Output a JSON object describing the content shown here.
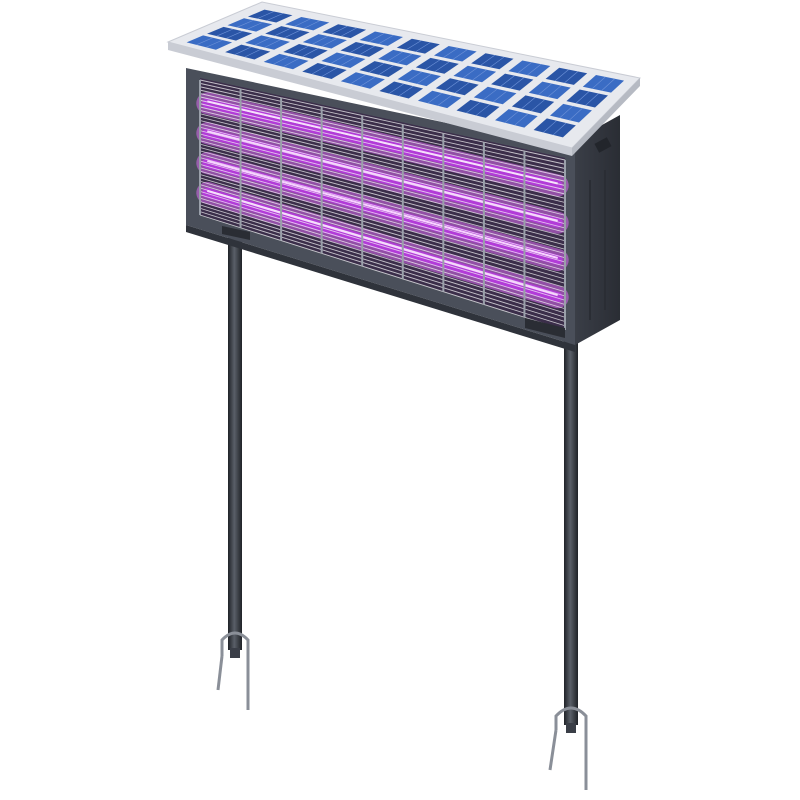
{
  "scene": {
    "subject": "solar-uv-insect-killer-lamp",
    "colors": {
      "background": "#ffffff",
      "solar_cell": "#3a6cc4",
      "solar_cell_dark": "#2a55a6",
      "solar_frame": "#e7e9ee",
      "housing": "#4a4f5a",
      "housing_dark": "#363a43",
      "uv_glow": "#d86bf0",
      "uv_core": "#b23bd8",
      "grid_wire": "#f4f4f6",
      "pole": "#2b2e34",
      "pole_highlight": "#5a5f68"
    },
    "solar_grid": {
      "cols": 10,
      "rows": 4
    },
    "uv_tubes": 4,
    "grid_columns": 9
  }
}
